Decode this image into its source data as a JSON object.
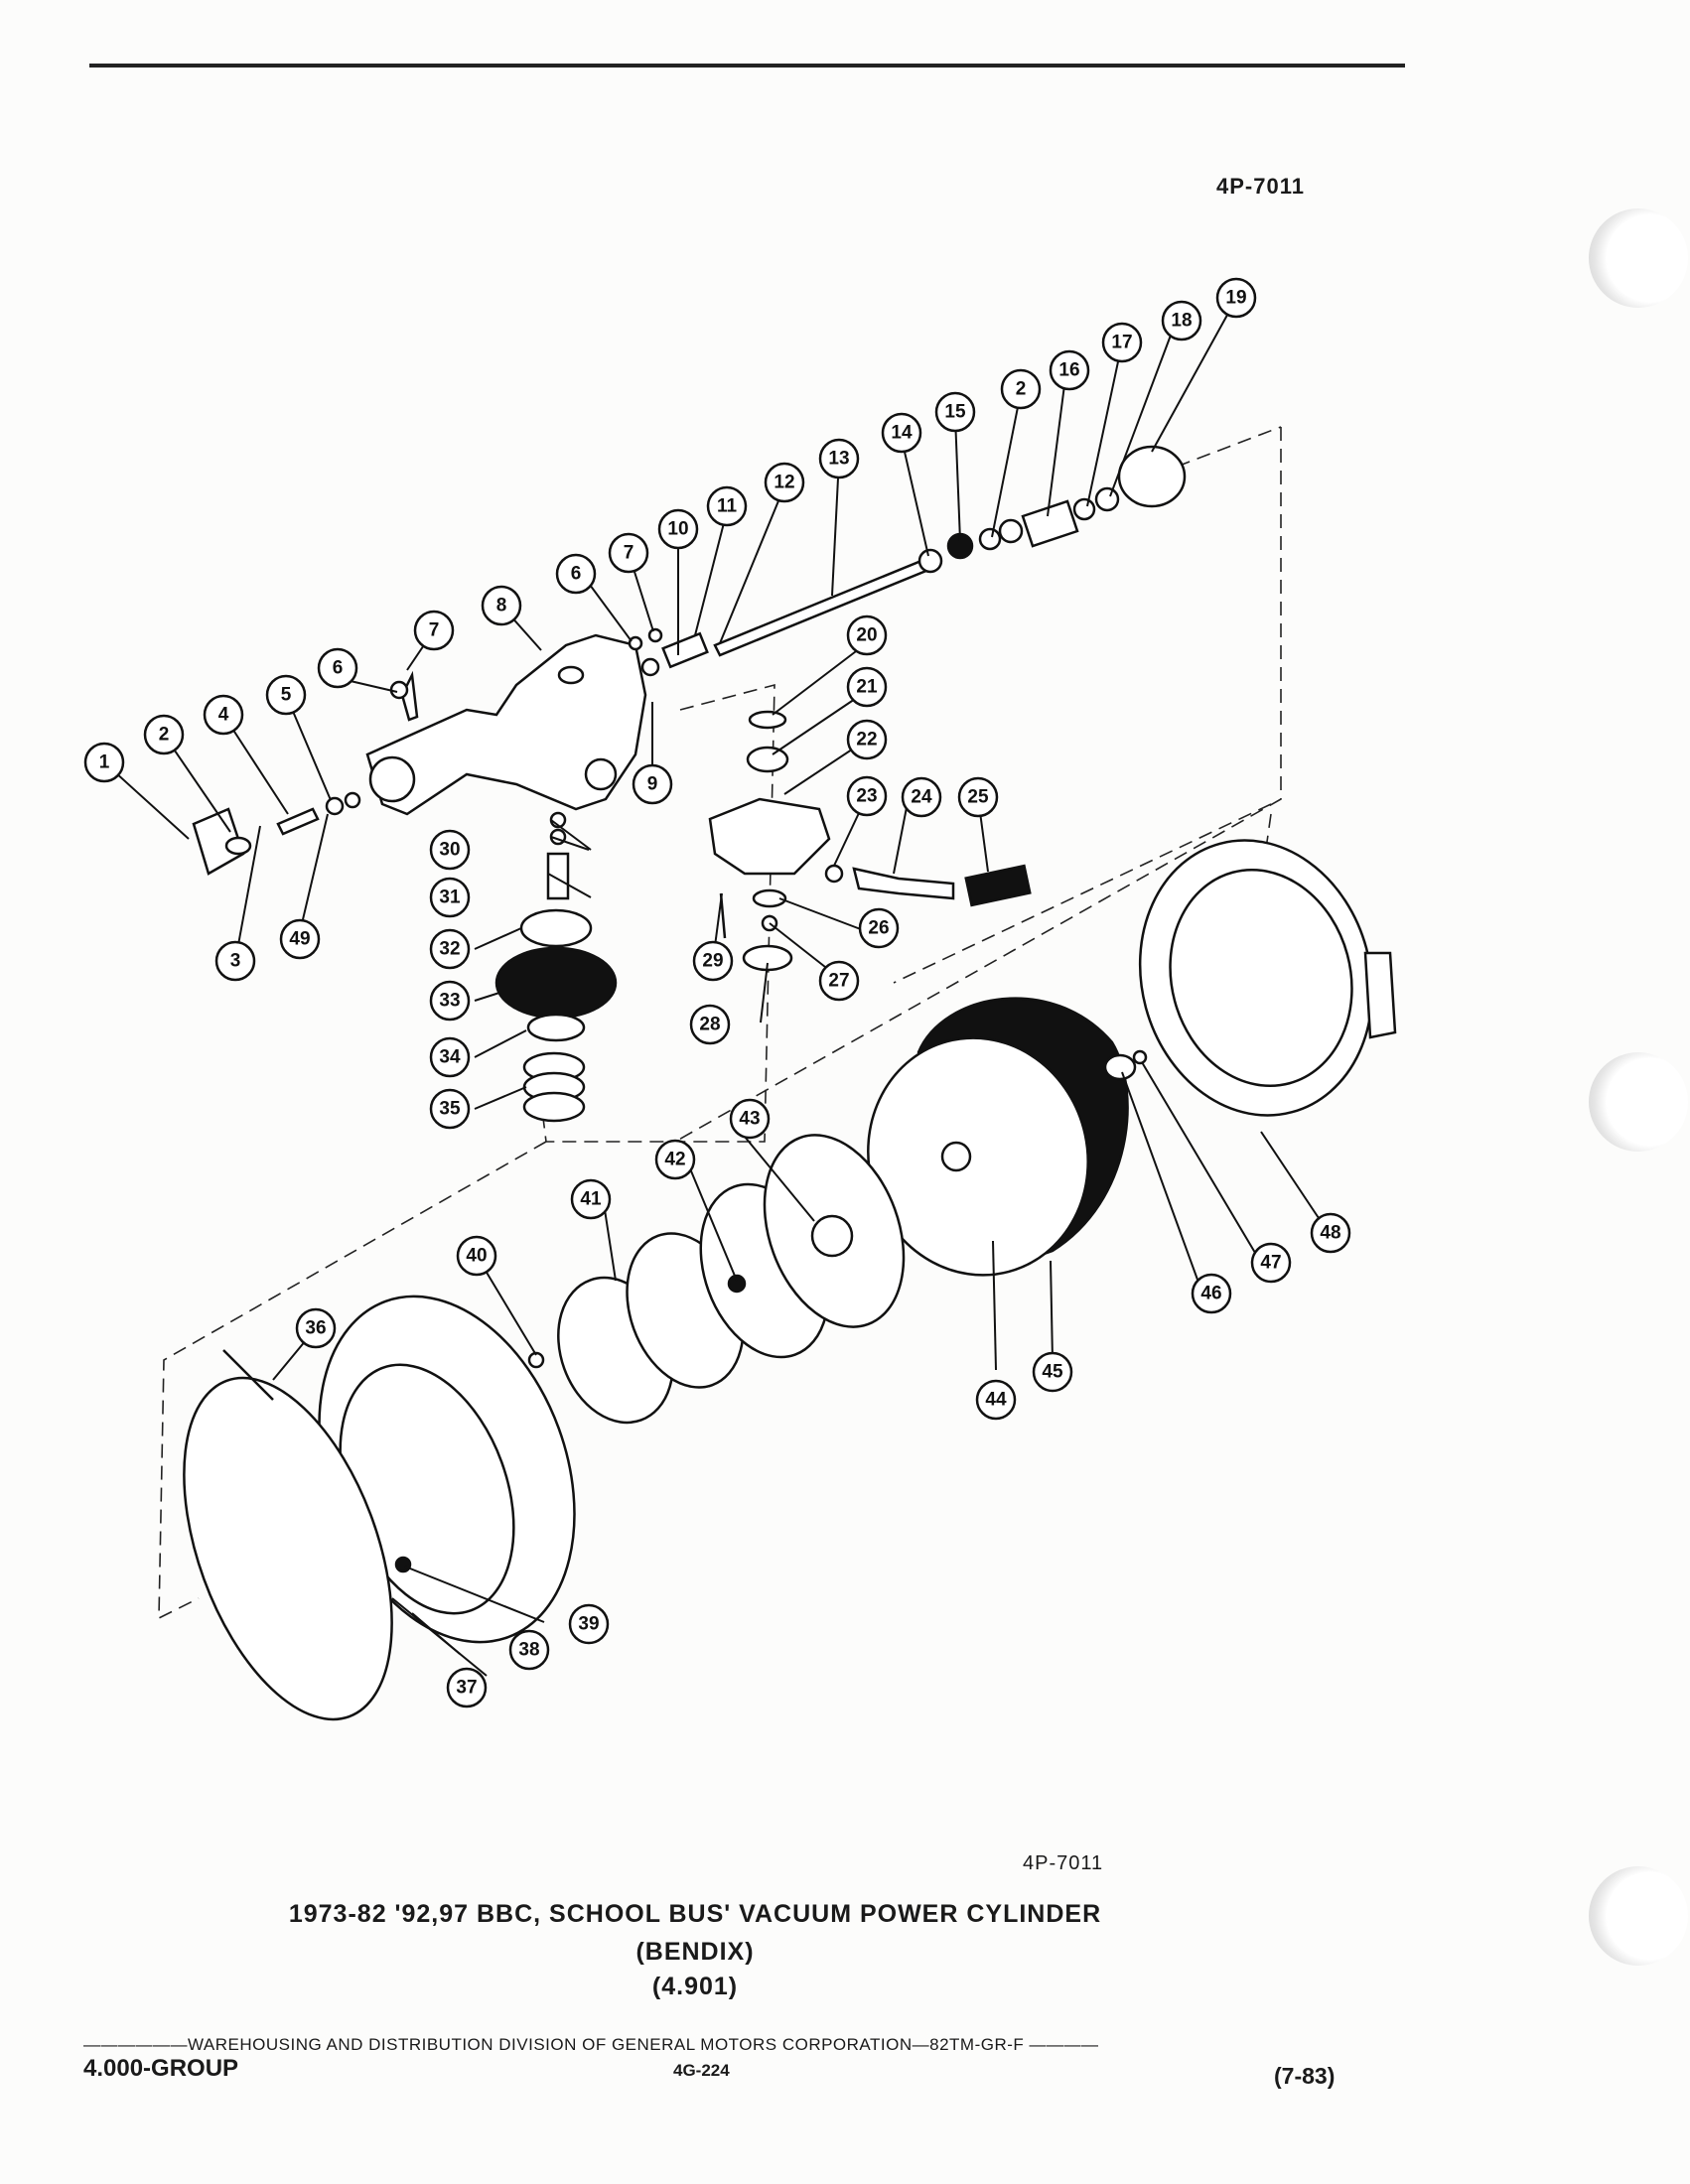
{
  "header": {
    "figure_code": "4P-7011"
  },
  "diagram": {
    "callouts": [
      "1",
      "2",
      "3",
      "4",
      "5",
      "6",
      "7",
      "8",
      "9",
      "10",
      "11",
      "12",
      "13",
      "14",
      "15",
      "16",
      "17",
      "18",
      "19",
      "20",
      "21",
      "22",
      "23",
      "24",
      "25",
      "26",
      "27",
      "28",
      "29",
      "30",
      "31",
      "32",
      "33",
      "34",
      "35",
      "36",
      "37",
      "38",
      "39",
      "40",
      "41",
      "42",
      "43",
      "44",
      "45",
      "46",
      "47",
      "48",
      "49"
    ]
  },
  "caption": {
    "figure_code": "4P-7011",
    "title_line1": "1973-82 '92,97 BBC, SCHOOL BUS' VACUUM POWER CYLINDER",
    "title_line2": "(BENDIX)",
    "title_line3": "(4.901)"
  },
  "footer": {
    "division": "——————WAREHOUSING AND DISTRIBUTION DIVISION OF GENERAL MOTORS CORPORATION—82TM-GR-F ————",
    "group": "4.000-GROUP",
    "page": "4G-224",
    "date": "(7-83)"
  }
}
